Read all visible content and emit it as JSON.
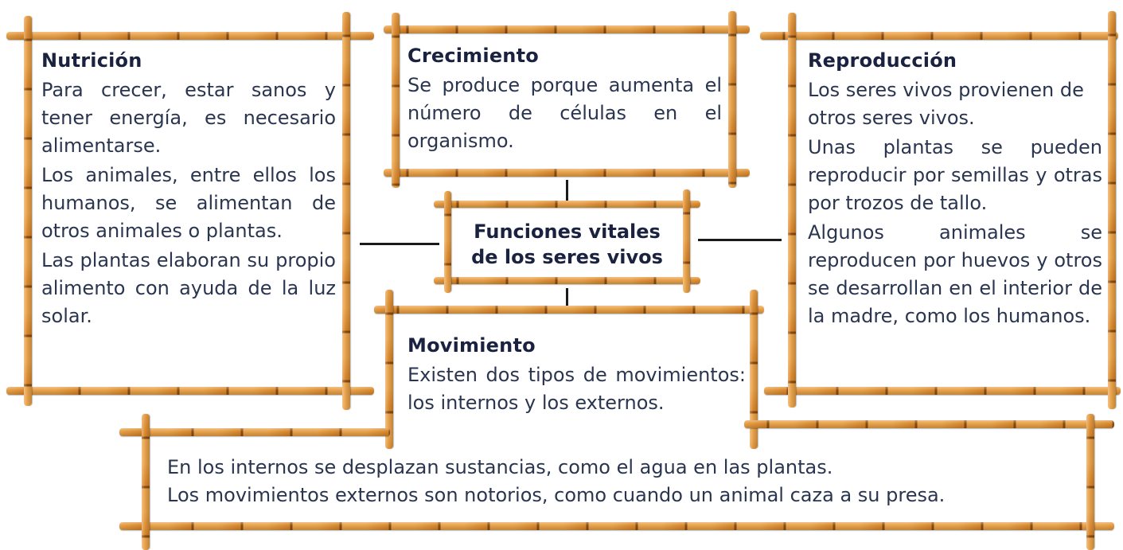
{
  "center": {
    "line1": "Funciones vitales",
    "line2": "de los seres vivos"
  },
  "nutricion": {
    "title": "Nutrición",
    "p1": "Para crecer, estar sanos y tener energía, es necesario alimentarse.",
    "p2": "Los animales, entre ellos los humanos, se alimentan de otros animales o plantas.",
    "p3": "Las plantas elaboran su propio alimento con ayuda de la luz solar."
  },
  "crecimiento": {
    "title": "Crecimiento",
    "p1": "Se produce porque aumenta el número de células en el organismo."
  },
  "reproduccion": {
    "title": "Reproducción",
    "p1": "Los seres vivos provienen de otros seres vivos.",
    "p2": "Unas plantas se pueden reproducir por semillas y otras por trozos de tallo.",
    "p3": "Algunos animales se reproducen por huevos y otros se desarrollan en el interior de la madre, como los humanos."
  },
  "movimiento": {
    "title": "Movimiento",
    "p1": "Existen dos tipos de movimientos: los internos y los externos."
  },
  "movimiento_detail": {
    "line1": "En los internos se desplazan sustancias, como el agua en las plantas.",
    "line2": "Los movimientos externos son notorios, como cuando un animal caza a su presa."
  }
}
